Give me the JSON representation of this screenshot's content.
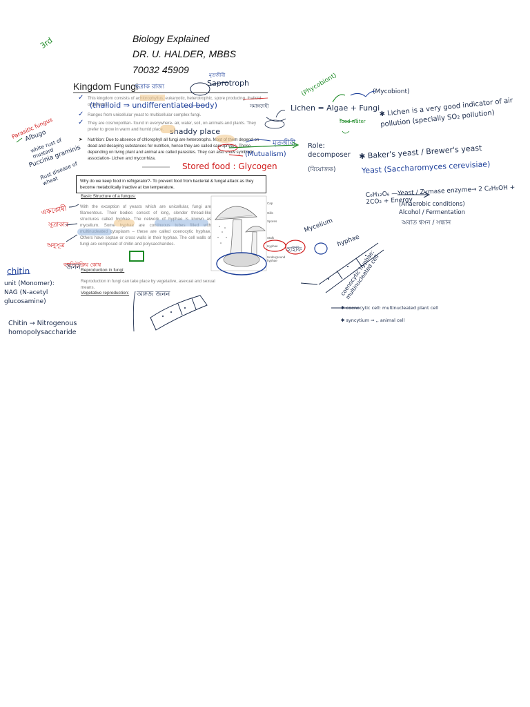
{
  "header": {
    "line1": "Biology Explained",
    "line2": "DR. U. HALDER, MBBS",
    "line3": "70032 45909"
  },
  "kingdom": {
    "title": "Kingdom Fungi",
    "title_note": "ছত্রাক রাজ্য",
    "bullets": [
      "This kingdom consists of achlorophyllus, eukaryotic, heterotrophic, spore producing, thalloid organisms.",
      "Ranges from unicellular yeast to multicellular complex fungi.",
      "They are cosmopolitan- found in everywhere- air, water, soil, on animals and plants. They prefer to grow in warm and humid place.",
      "Nutrition: Due to absence of chlorophyll all fungi are heterotrophs. Most of them depend on dead and decaying substances for nutrition, hence they are called saprophytes. Those depending on living plant and animal are called parasites. They can also show symbiotic association- Lichen and mycorrhiza."
    ],
    "fridge_box": "Why do we keep food in refrigerator?- To prevent food from bacterial & fungal attack as they become metabolically inactive at low temperature."
  },
  "structure": {
    "heading": "Basic Structure of a fungus:",
    "text": "With the exception of yeasts which are unicellular, fungi are filamentous. Their bodies consist of long, slender thread-like structures called hyphae. The network of hyphae is known as mycelium. Some hyphae are continuous tubes filled with multinucleated cytoplasm – these are called coenocytic hyphae. Others have septae or cross walls in their hyphae. The cell walls of fungi are composed of chitin and polysaccharides.",
    "diagram_labels": [
      "Cap",
      "Gills",
      "Spores",
      "Stalk",
      "Hyphae",
      "Underground hyphae"
    ]
  },
  "reproduction": {
    "heading": "Reproduction in fungi:",
    "text": "Reproduction in fungi can take place by vegetative, asexual and sexual means.",
    "veg_heading": "Vegetative reproduction:",
    "veg_note": "অঙ্গজ জনন"
  },
  "annotations": {
    "third": "3rd",
    "saprotroph": "Saprotroph",
    "saprotroph_note": "মৃতজীবী",
    "thalloid": "(thalloid ⇒ undifferentiated body)",
    "thalloid_note": "সমাঙ্গদেহী",
    "shaddy": "shaddy place",
    "parasitic": "Parasitic fungus",
    "albugo": "Albugo",
    "white_rust": "white rust of mustard",
    "puccinia": "Puccinia graminis",
    "rust_wheat": "Rust disease of wheat",
    "saprophytes_note": "মৃতজীবী",
    "mutualism": "(Mutualism)",
    "stored_food": "Stored food : Glycogen",
    "phycobiont": "(Phycobiont)",
    "mycobiont": "(Mycobiont)",
    "lichen": "Lichen = Algae + Fungi",
    "food_water": "food  water",
    "lichen_indicator": "✱ Lichen is a very good indicator of air pollution (specially SO₂ pollution)",
    "role_decomposer": "Role: decomposer",
    "decomposer_note": "(বিয়োজক)",
    "bakers_yeast": "✱ Baker's yeast / Brewer's yeast",
    "yeast_name": "Yeast (Saccharomyces cerevisiae)",
    "glucose_eq": "C₆H₁₂O₆ —Yeast / Zymase enzyme→ 2 C₂H₅OH + 2CO₂ + Energy",
    "anaerobic": "(Anaerobic conditions) Alcohol / Fermentation",
    "anaerobic_note": "অবাত শ্বসন / সন্ধান",
    "unicellular_note": "এককোষী",
    "hyphae_note": "সূত্রাকার",
    "mycelium_note": "অনুসূত্র",
    "coenocytic_note": "বহুনিউক্লিয় কোষ",
    "mycelium": "Mycelium",
    "hyphae_left": "হাইফি",
    "hyphae_right": "hyphae",
    "coenocytic_cell": "coenocytic hyphae: multinucleated cell",
    "chitin": "chitin",
    "unit": "unit (Monomer): NAG (N-acetyl glucosamine)",
    "chitin_def": "Chitin → Nitrogenous homopolysaccharide",
    "fungal_note": "জনন",
    "coenocytic_bottom": "✱ coenocytic cell: multinucleated plant cell",
    "syncytium": "✱ syncytium ⇒  ,,  animal cell"
  }
}
